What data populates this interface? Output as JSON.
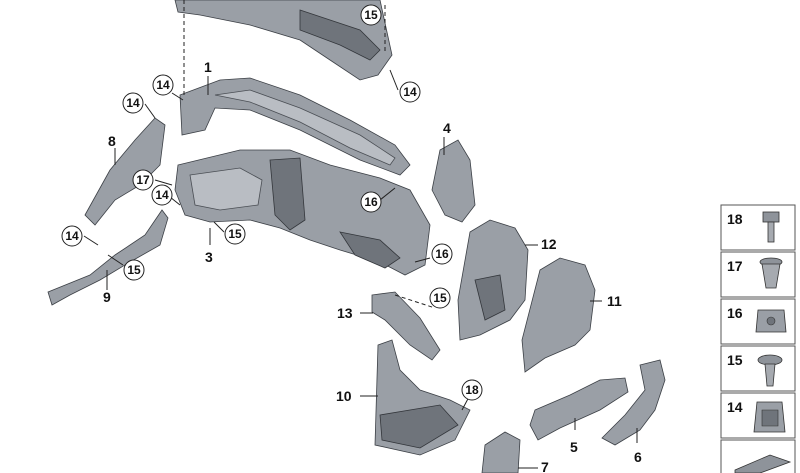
{
  "callouts": {
    "c1": "1",
    "c3": "3",
    "c4": "4",
    "c5": "5",
    "c6": "6",
    "c7": "7",
    "c8": "8",
    "c9": "9",
    "c10": "10",
    "c11": "11",
    "c12": "12",
    "c13": "13"
  },
  "circled": {
    "c15_top": "15",
    "c14_a": "14",
    "c14_b": "14",
    "c14_c": "14",
    "c14_d": "14",
    "c14_e": "14",
    "c17": "17",
    "c15_b": "15",
    "c15_c": "15",
    "c16_a": "16",
    "c16_b": "16",
    "c15_d": "15",
    "c18": "18"
  },
  "legend": [
    {
      "number": "18",
      "icon": "push-clip-icon"
    },
    {
      "number": "17",
      "icon": "expanding-rivet-icon"
    },
    {
      "number": "16",
      "icon": "speed-nut-icon"
    },
    {
      "number": "15",
      "icon": "plastic-rivet-icon"
    },
    {
      "number": "14",
      "icon": "clip-nut-icon"
    }
  ],
  "colors": {
    "part": "#9a9fa6",
    "outline": "#3c4046",
    "legend_border": "#555555"
  }
}
